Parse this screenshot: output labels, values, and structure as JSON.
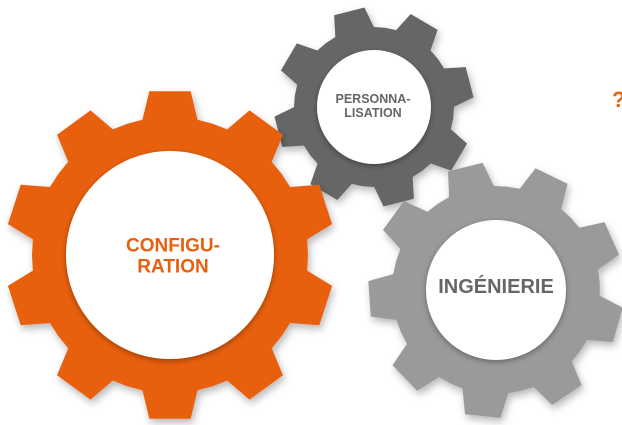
{
  "punctuation": {
    "question_mark": "?"
  },
  "gears": {
    "configuration": {
      "line1": "CONFIGU-",
      "line2": "RATION"
    },
    "personnalisation": {
      "line1": "PERSONNA-",
      "line2": "LISATION"
    },
    "ingenierie": {
      "line1": "INGÉNIERIE"
    }
  },
  "colors": {
    "accent_orange": "#e8600f",
    "gear_dark_gray": "#666666",
    "gear_light_gray": "#9a9a9a",
    "center_fill": "#ffffff",
    "text_gray": "#666666"
  }
}
